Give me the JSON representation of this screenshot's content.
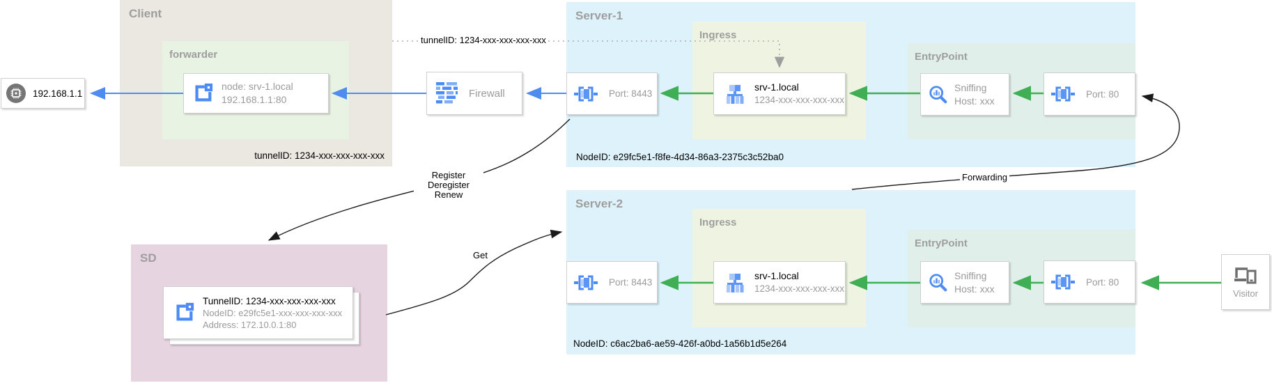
{
  "diagram": {
    "host": {
      "label": "192.168.1.1"
    },
    "client": {
      "title": "Client",
      "footer": "tunnelID: 1234-xxx-xxx-xxx-xxx",
      "forwarder": {
        "title": "forwarder",
        "node": {
          "line1": "node: srv-1.local",
          "line2": "192.168.1.1:80"
        }
      }
    },
    "firewall": {
      "label": "Firewall"
    },
    "server1": {
      "title": "Server-1",
      "footer": "NodeID: e29fc5e1-f8fe-4d34-86a3-2375c3c52ba0",
      "port_in": {
        "label": "Port: 8443"
      },
      "ingress": {
        "title": "Ingress",
        "node": {
          "line1": "srv-1.local",
          "line2": "1234-xxx-xxx-xxx-xxx"
        }
      },
      "entrypoint": {
        "title": "EntryPoint",
        "sniffing": {
          "line1": "Sniffing",
          "line2": "Host: xxx"
        },
        "port": {
          "label": "Port: 80"
        }
      }
    },
    "server2": {
      "title": "Server-2",
      "footer": "NodeID: c6ac2ba6-ae59-426f-a0bd-1a56b1d5e264",
      "port_in": {
        "label": "Port: 8443"
      },
      "ingress": {
        "title": "Ingress",
        "node": {
          "line1": "srv-1.local",
          "line2": "1234-xxx-xxx-xxx-xxx"
        }
      },
      "entrypoint": {
        "title": "EntryPoint",
        "sniffing": {
          "line1": "Sniffing",
          "line2": "Host: xxx"
        },
        "port": {
          "label": "Port: 80"
        }
      }
    },
    "sd": {
      "title": "SD",
      "card": {
        "line1": "TunnelID: 1234-xxx-xxx-xxx-xxx",
        "line2": "NodeID: e29fc5e1-xxx-xxx-xxx-xxx",
        "line3": "Address: 172.10.0.1:80"
      }
    },
    "visitor": {
      "label": "Visitor"
    },
    "edges": {
      "tunnel": "tunnelID: 1234-xxx-xxx-xxx-xxx",
      "register": "Register",
      "deregister": "Deregister",
      "renew": "Renew",
      "get": "Get",
      "forwarding": "Forwarding"
    },
    "colors": {
      "client_bg": "#ebe7e1",
      "forwarder_bg": "#e9f3e4",
      "server_bg": "#ddf2fb",
      "ingress_bg": "#eef4e1",
      "entrypoint_bg": "#e1efea",
      "sd_bg": "#e7d4e1",
      "blue_arrow": "#4e8cf0",
      "green_arrow": "#3fae55",
      "icon_blue": "#4b8bf5",
      "title_gray": "#9e9e9e",
      "text_gray": "#9a9a9a"
    }
  }
}
